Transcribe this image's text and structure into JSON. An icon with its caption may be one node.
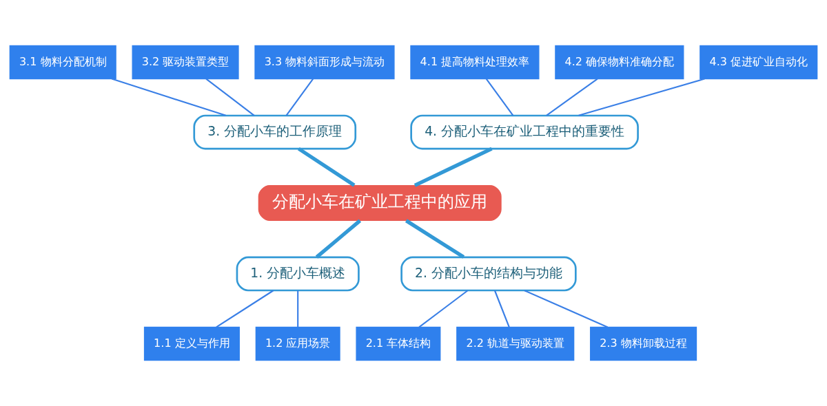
{
  "diagram": {
    "nodes": [
      {
        "text": [
          "3.1 物料分配机制"
        ]
      },
      {
        "text": [
          "3.2 驱动装置类型"
        ]
      },
      {
        "text": [
          "3.3 物料斜面形成与流动"
        ]
      },
      {
        "text": [
          "4.1 提高物料处理效率"
        ]
      },
      {
        "text": [
          "4.2 确保物料准确分配"
        ]
      },
      {
        "text": [
          "4.3 促进矿业自动化"
        ]
      },
      {
        "text": [
          "3. 分配小车的工作原理"
        ]
      },
      {
        "text": [
          "4. 分配小车在矿业工程中的重要性"
        ]
      },
      {
        "text": [
          "分配小车在矿业工程中的应用"
        ]
      },
      {
        "text": [
          "1. 分配小车概述"
        ]
      },
      {
        "text": [
          "2. 分配小车的结构与功能"
        ]
      },
      {
        "text": [
          "1.1 定义与作用"
        ]
      },
      {
        "text": [
          "1.2 应用场景"
        ]
      },
      {
        "text": [
          "2.1 车体结构"
        ]
      },
      {
        "text": [
          "2.2 轨道与驱动装置"
        ]
      },
      {
        "text": [
          "2.3 物料卸载过程"
        ]
      }
    ],
    "edges": [
      {
        "from": 0,
        "to": 6,
        "arrow": "none"
      },
      {
        "from": 1,
        "to": 6,
        "arrow": "none"
      },
      {
        "from": 2,
        "to": 6,
        "arrow": "none"
      },
      {
        "from": 3,
        "to": 7,
        "arrow": "none"
      },
      {
        "from": 4,
        "to": 7,
        "arrow": "none"
      },
      {
        "from": 5,
        "to": 7,
        "arrow": "none"
      },
      {
        "from": 6,
        "to": 8,
        "arrow": "none",
        "style": "thick",
        "color": "#3399d6"
      },
      {
        "from": 7,
        "to": 8,
        "arrow": "none",
        "style": "thick",
        "color": "#3399d6"
      },
      {
        "from": 8,
        "to": 9,
        "arrow": "none",
        "style": "thick",
        "color": "#3399d6"
      },
      {
        "from": 8,
        "to": 10,
        "arrow": "none",
        "style": "thick",
        "color": "#3399d6"
      },
      {
        "from": 9,
        "to": 11,
        "arrow": "none"
      },
      {
        "from": 9,
        "to": 12,
        "arrow": "none"
      },
      {
        "from": 10,
        "to": 13,
        "arrow": "none"
      },
      {
        "from": 10,
        "to": 14,
        "arrow": "none"
      },
      {
        "from": 10,
        "to": 15,
        "arrow": "none"
      }
    ]
  }
}
